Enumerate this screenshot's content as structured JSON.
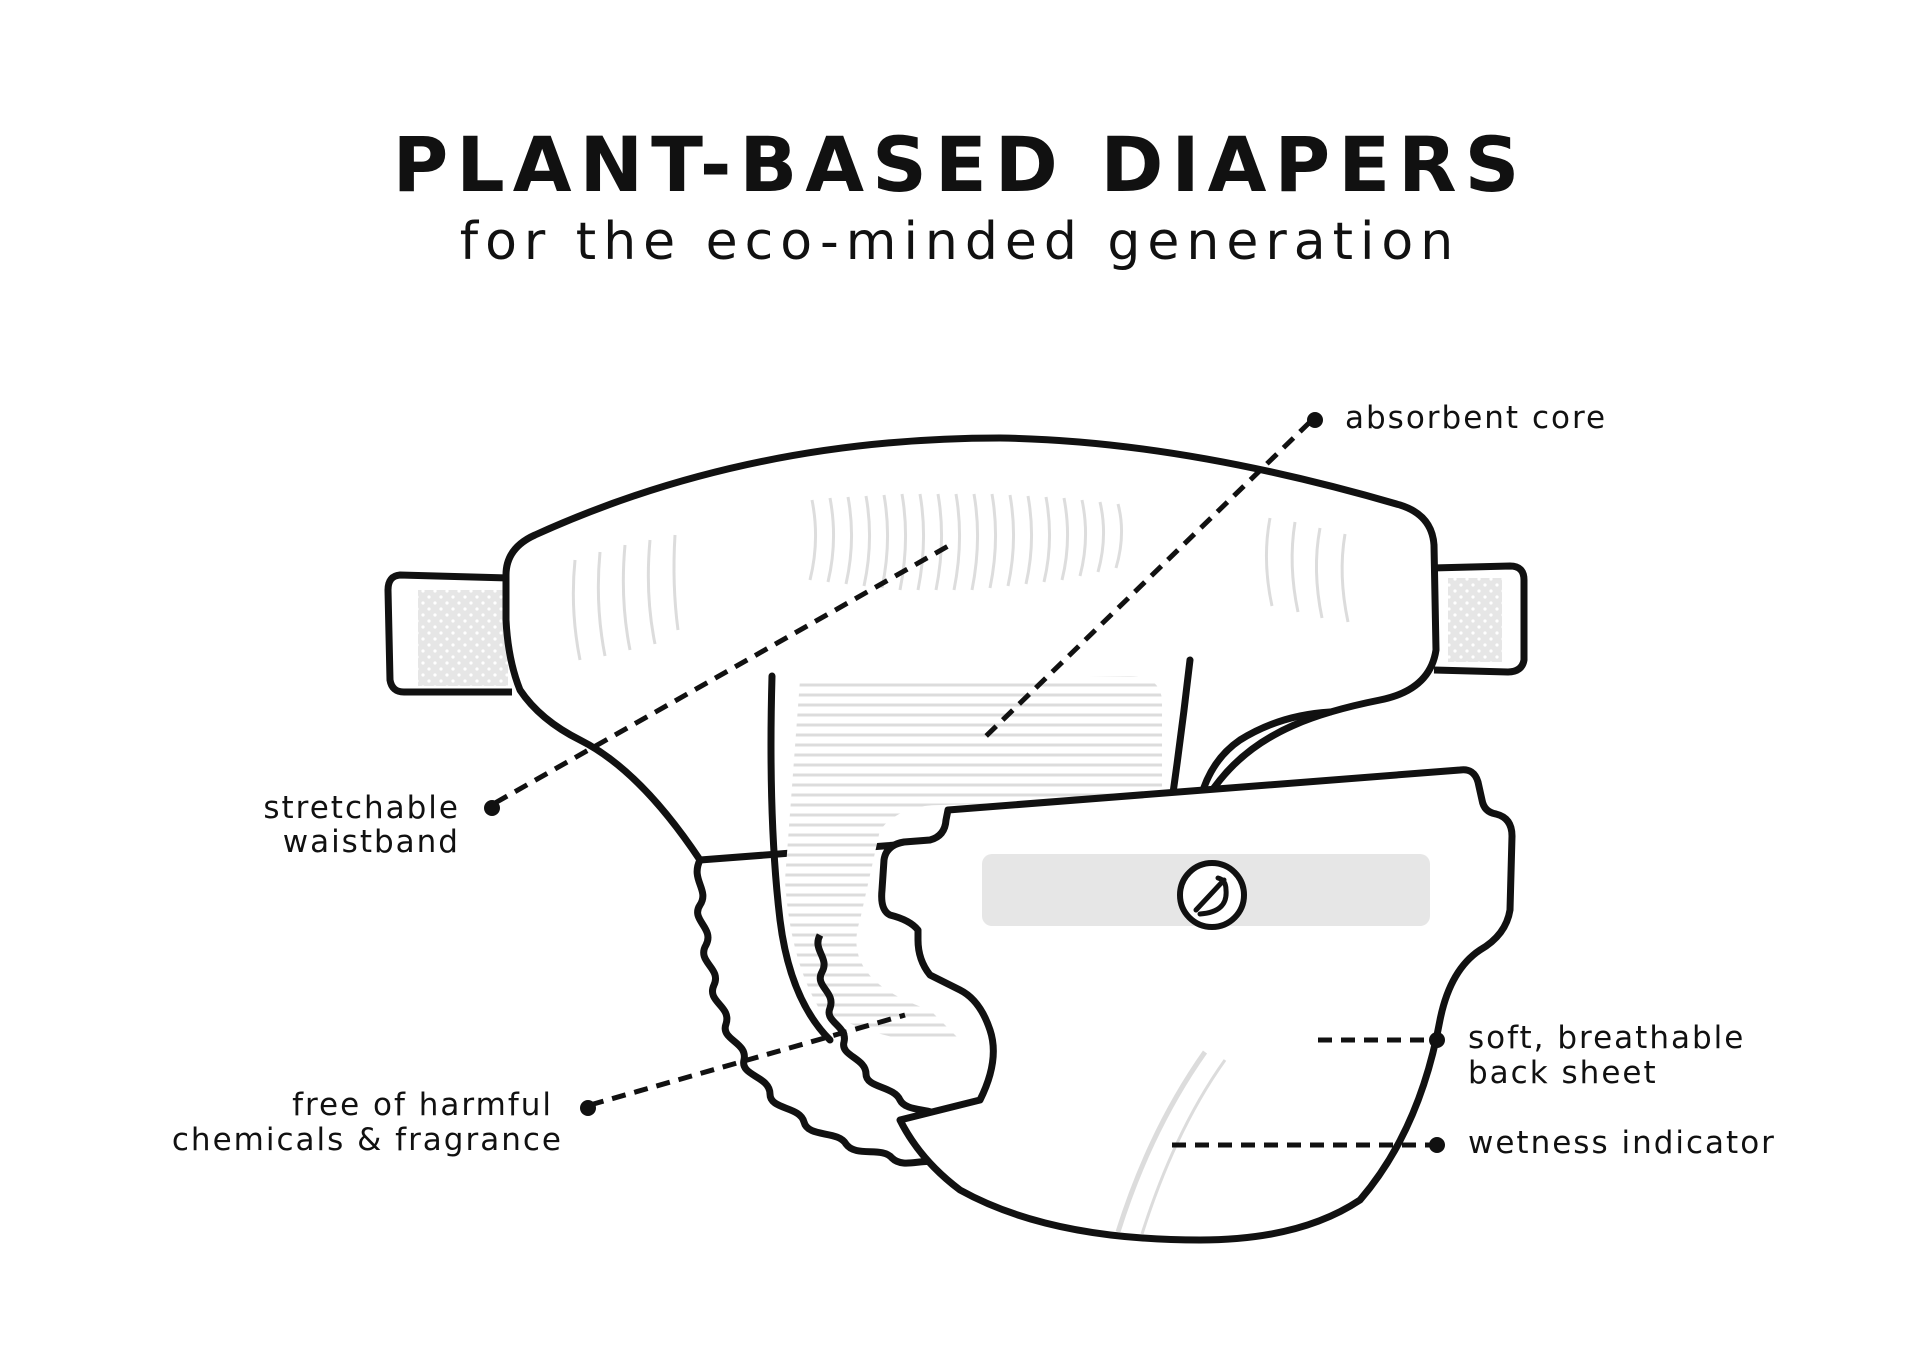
{
  "header": {
    "title": "PLANT-BASED DIAPERS",
    "subtitle": "for the eco-minded generation"
  },
  "labels": {
    "absorbent_core": "absorbent core",
    "stretchable_waistband": [
      "stretchable",
      "waistband"
    ],
    "free_of_harmful": [
      "free of harmful",
      "chemicals & fragrance"
    ],
    "back_sheet": [
      "soft, breathable",
      "back sheet"
    ],
    "wetness_indicator": "wetness indicator"
  },
  "colors": {
    "ink": "#111111",
    "detail_gray": "#d9d9d9",
    "panel_gray": "#e6e6e6"
  },
  "icons": {
    "brand_logo": "bird-logo-icon"
  }
}
